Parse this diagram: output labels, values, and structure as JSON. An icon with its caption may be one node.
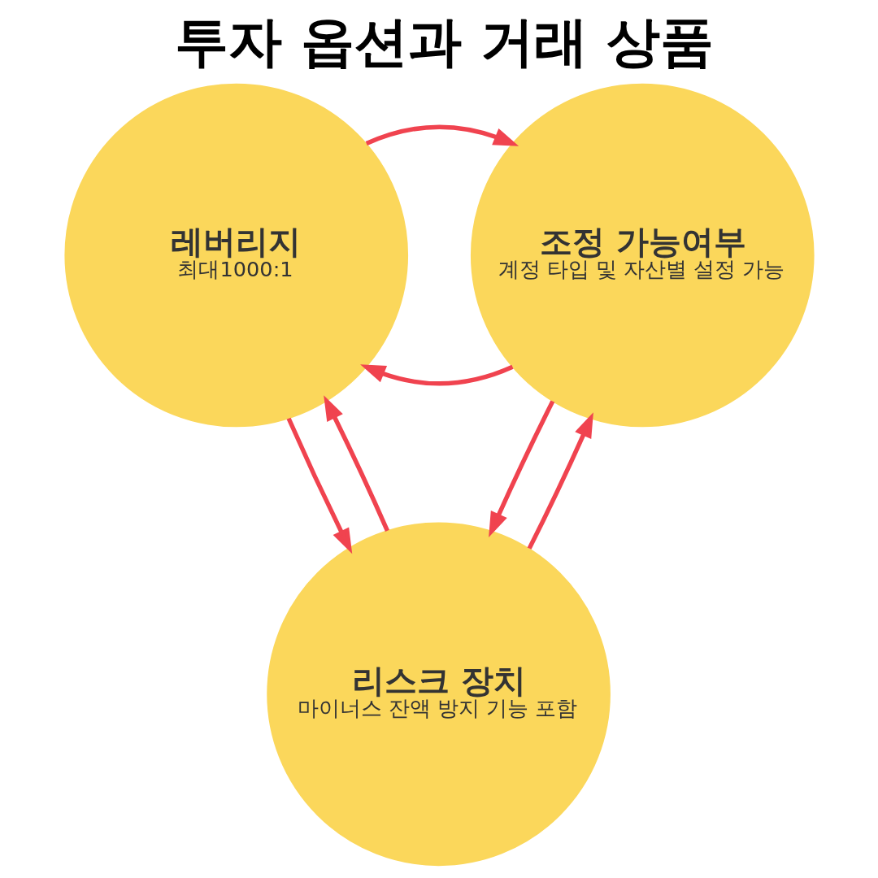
{
  "diagram": {
    "title": "투자 옵션과 거래 상품",
    "nodes": [
      {
        "text": [
          "레버리지",
          "최대1000:1"
        ]
      },
      {
        "text": [
          "조정 가능여부",
          "계정 타입 및 자산별 설정 가능"
        ]
      },
      {
        "text": [
          "리스크 장치",
          "마이너스 잔액 방지 기능 포함"
        ]
      }
    ],
    "edges": [
      {
        "from": 1,
        "to": 0,
        "arrow": "to"
      },
      {
        "from": 0,
        "to": 1,
        "arrow": "to"
      },
      {
        "from": 0,
        "to": 2,
        "arrow": "to"
      },
      {
        "from": 2,
        "to": 0,
        "arrow": "to"
      },
      {
        "from": 1,
        "to": 2,
        "arrow": "to"
      },
      {
        "from": 2,
        "to": 1,
        "arrow": "to"
      }
    ]
  }
}
